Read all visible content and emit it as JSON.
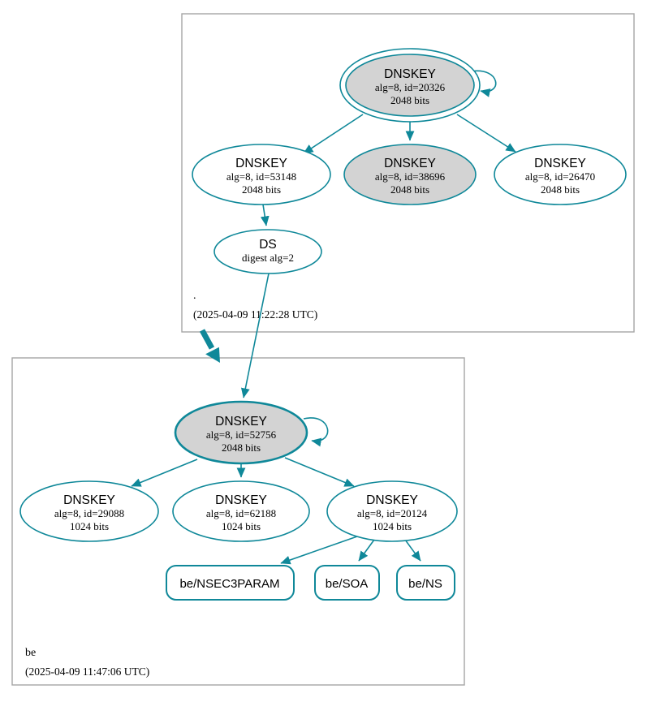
{
  "colors": {
    "secure_teal": "#0f8899",
    "sep_key_fill": "#d3d3d3",
    "node_fill": "#ffffff",
    "cluster_border": "#a5a5a5",
    "text": "#000000"
  },
  "root_zone": {
    "label": ".",
    "timestamp": "(2025-04-09 11:22:28 UTC)",
    "ksk": {
      "type": "DNSKEY",
      "alg_id": "alg=8, id=20326",
      "bits": "2048 bits"
    },
    "zsk_left": {
      "type": "DNSKEY",
      "alg_id": "alg=8, id=53148",
      "bits": "2048 bits"
    },
    "zsk_mid": {
      "type": "DNSKEY",
      "alg_id": "alg=8, id=38696",
      "bits": "2048 bits"
    },
    "zsk_right": {
      "type": "DNSKEY",
      "alg_id": "alg=8, id=26470",
      "bits": "2048 bits"
    },
    "ds": {
      "type": "DS",
      "digest": "digest alg=2"
    }
  },
  "be_zone": {
    "label": "be",
    "timestamp": "(2025-04-09 11:47:06 UTC)",
    "ksk": {
      "type": "DNSKEY",
      "alg_id": "alg=8, id=52756",
      "bits": "2048 bits"
    },
    "zsk_left": {
      "type": "DNSKEY",
      "alg_id": "alg=8, id=29088",
      "bits": "1024 bits"
    },
    "zsk_mid": {
      "type": "DNSKEY",
      "alg_id": "alg=8, id=62188",
      "bits": "1024 bits"
    },
    "zsk_right": {
      "type": "DNSKEY",
      "alg_id": "alg=8, id=20124",
      "bits": "1024 bits"
    },
    "rrset_nsec3param": "be/NSEC3PARAM",
    "rrset_soa": "be/SOA",
    "rrset_ns": "be/NS"
  }
}
